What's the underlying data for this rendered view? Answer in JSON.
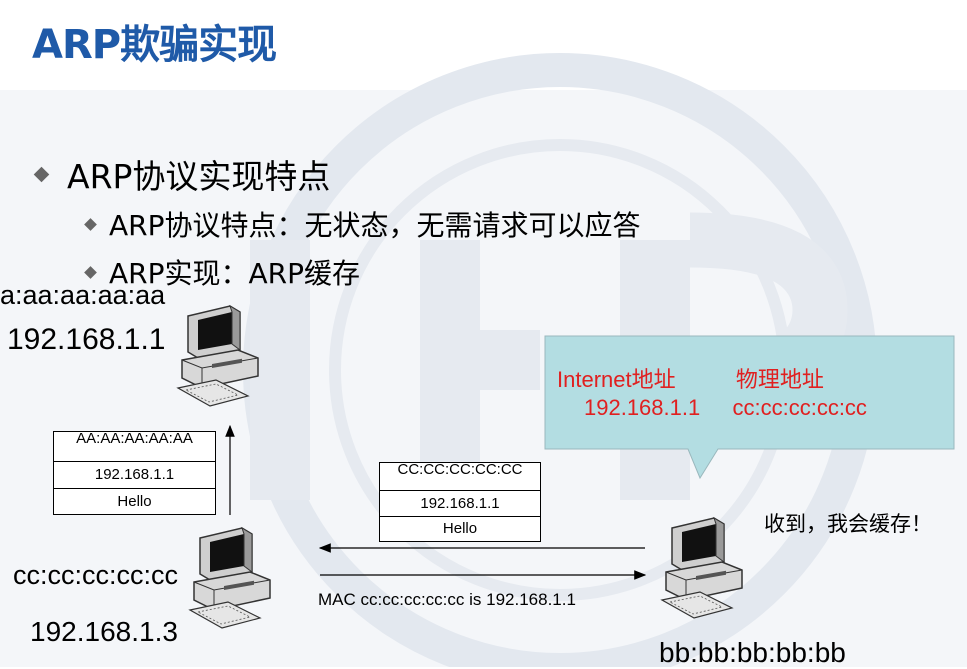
{
  "slide": {
    "title": "ARP欺骗实现"
  },
  "bullets": [
    {
      "text": "ARP协议实现特点",
      "level": 1
    },
    {
      "text": "ARP协议特点：无状态，无需请求可以应答",
      "level": 2
    },
    {
      "text": "ARP实现：ARP缓存",
      "level": 2
    }
  ],
  "hosts": {
    "host_a": {
      "mac": "a:aa:aa:aa:aa",
      "ip": "192.168.1.1"
    },
    "host_c": {
      "mac": "cc:cc:cc:cc:cc",
      "ip": "192.168.1.3"
    },
    "host_b": {
      "mac": "bb:bb:bb:bb:bb"
    }
  },
  "packets": {
    "forwarded": {
      "mac": "AA:AA:AA:AA:AA",
      "ip": "192.168.1.1",
      "payload": "Hello"
    },
    "sent": {
      "mac": "CC:CC:CC:CC:CC",
      "ip": "192.168.1.1",
      "payload": "Hello"
    }
  },
  "callout": {
    "header_ip": "Internet地址",
    "header_mac": "物理地址",
    "value_ip": "192.168.1.1",
    "value_mac": "cc:cc:cc:cc:cc"
  },
  "messages": {
    "arp_reply": "MAC cc:cc:cc:cc:cc is 192.168.1.1",
    "cache_ack": "收到，我会缓存！"
  },
  "colors": {
    "title": "#1f5aa8",
    "callout_fill": "#b3dde2",
    "callout_text": "#e02020"
  }
}
